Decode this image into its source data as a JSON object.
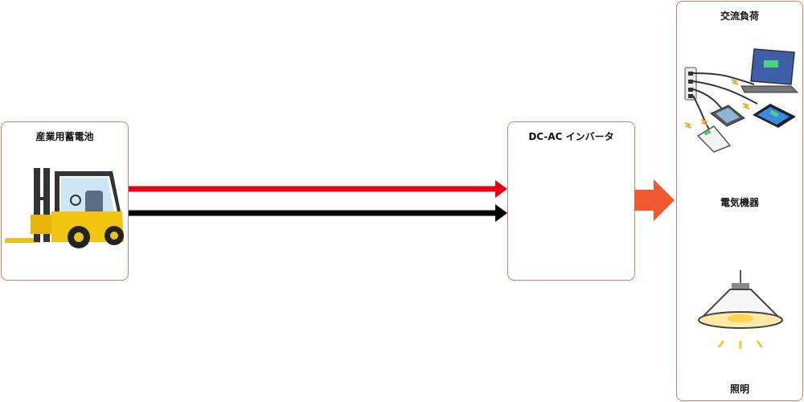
{
  "battery": {
    "title": "産業用蓄電池",
    "icon": "forklift-icon"
  },
  "inverter": {
    "title": "DC-AC インバータ"
  },
  "load": {
    "title": "交流負荷",
    "appliances": {
      "label": "電気機器",
      "icon": "devices-charging-icon"
    },
    "lighting": {
      "label": "照明",
      "icon": "pendant-lamp-icon"
    }
  },
  "colors": {
    "box_border": "#e07a5f",
    "positive_line": "#e60012",
    "negative_line": "#000000",
    "flow_arrow": "#ef5a33"
  }
}
